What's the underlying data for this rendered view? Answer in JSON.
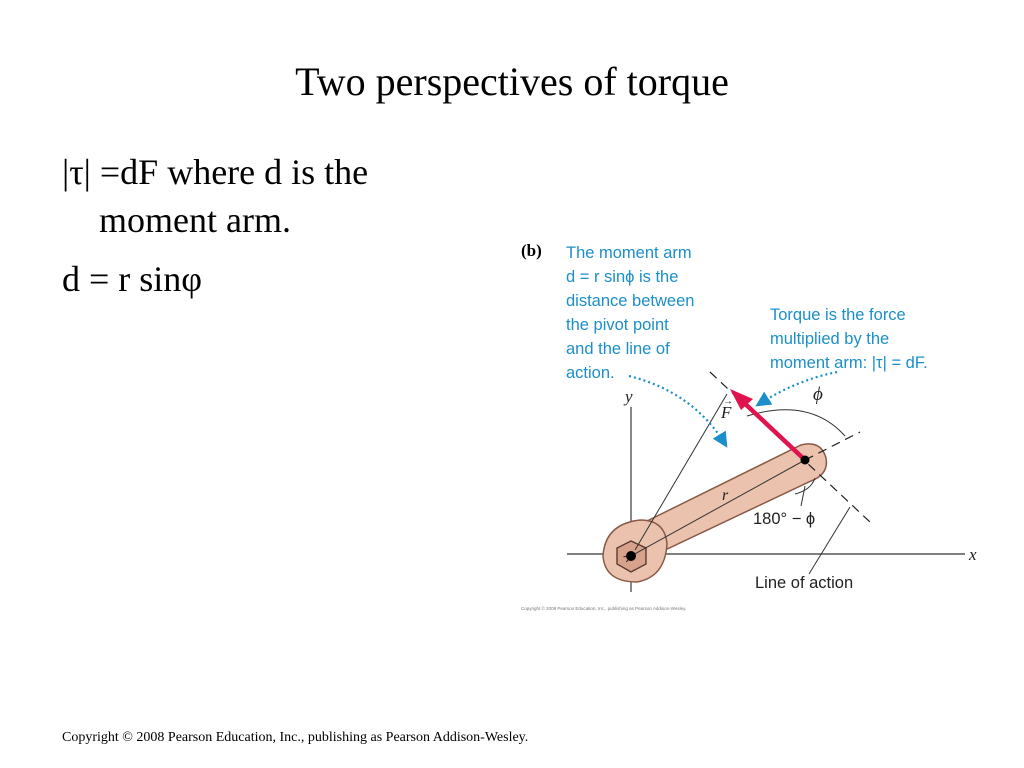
{
  "slide": {
    "title": "Two perspectives of torque",
    "bullets": [
      "|τ| =dF where d is the moment arm.",
      "d = r sinφ"
    ],
    "footer": "Copyright © 2008 Pearson Education, Inc.,  publishing as Pearson Addison-Wesley."
  },
  "figure": {
    "panel_label": "(b)",
    "moment_arm_note": [
      "The moment arm",
      "d = r sinϕ is the",
      "distance between",
      "the pivot point",
      "and the line of",
      "action."
    ],
    "torque_note": [
      "Torque is the force",
      "multiplied by the",
      "moment arm: |τ| = dF."
    ],
    "axis_x": "x",
    "axis_y": "y",
    "force_label": "F",
    "radius_label": "r",
    "phi_label": "ϕ",
    "supplement_label": "180° − ϕ",
    "line_of_action_label": "Line of action",
    "credit": "Copyright © 2008 Pearson Education, Inc., publishing as Pearson Addison-Wesley.",
    "colors": {
      "note_blue": "#1b8fc9",
      "force_red": "#e0134f",
      "wrench_fill": "#eac2ae",
      "wrench_stroke": "#8a5a48"
    }
  }
}
